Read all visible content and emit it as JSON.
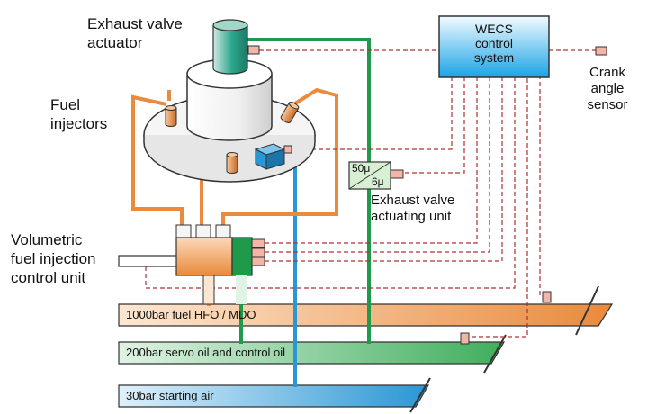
{
  "labels": {
    "exhaust_valve_actuator": [
      "Exhaust valve",
      "actuator"
    ],
    "fuel_injectors": [
      "Fuel",
      "injectors"
    ],
    "volumetric_unit": [
      "Volumetric",
      "fuel injection",
      "control unit"
    ],
    "wecs": [
      "WECS",
      "control",
      "system"
    ],
    "crank_sensor": [
      "Crank",
      "angle",
      "sensor"
    ],
    "exhaust_actuating_unit": [
      "Exhaust valve",
      "actuating unit"
    ],
    "ratio_top": "50μ",
    "ratio_bottom": "6μ"
  },
  "pipes": {
    "fuel": "1000bar fuel HFO / MDO",
    "servo": "200bar servo oil and control oil",
    "air": "30bar starting air"
  },
  "colors": {
    "fuel_line": "#e98a3c",
    "servo_line": "#1f9a4a",
    "air_line": "#2a96d4",
    "control_line": "#b03030",
    "wecs_top": "#e6f6ff",
    "wecs_bottom": "#1aa4e6",
    "actuator_top": "#2ba58c"
  }
}
